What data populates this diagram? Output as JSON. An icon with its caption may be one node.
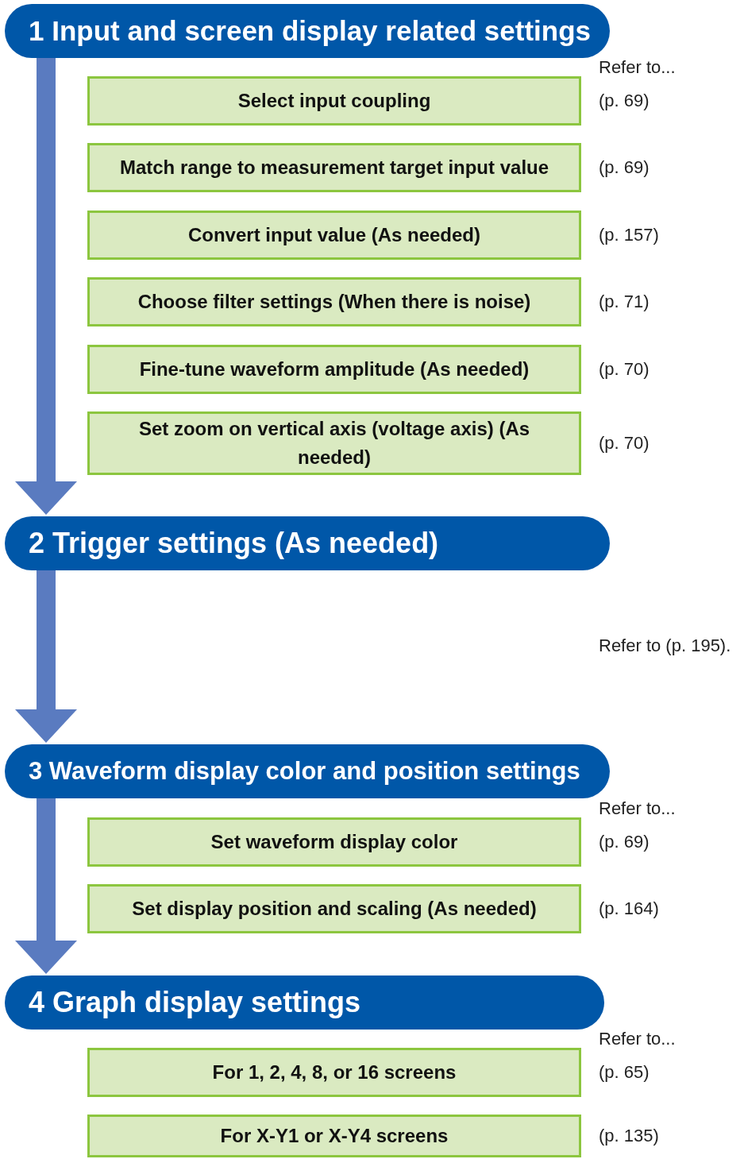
{
  "diagram": {
    "nodes": [
      {
        "text": [
          "1 Input and screen display related settings"
        ]
      },
      {
        "text": [
          "Select input coupling"
        ],
        "beside": [
          "(p. 69)"
        ]
      },
      {
        "text": [
          "Match range to measurement target input value"
        ],
        "beside": [
          "(p. 69)"
        ]
      },
      {
        "text": [
          "Convert input value (As needed)"
        ],
        "beside": [
          "(p. 157)"
        ]
      },
      {
        "text": [
          "Choose filter settings (When there is noise)"
        ],
        "beside": [
          "(p. 71)"
        ]
      },
      {
        "text": [
          "Fine-tune waveform amplitude (As needed)"
        ],
        "beside": [
          "(p. 70)"
        ]
      },
      {
        "text": [
          "Set zoom on vertical axis (voltage axis) (As needed)"
        ],
        "beside": [
          "(p. 70)"
        ]
      },
      {
        "text": [
          "2 Trigger settings (As needed)"
        ]
      },
      {
        "text": [
          "3 Waveform display color and position settings"
        ]
      },
      {
        "text": [
          "Set waveform display color"
        ],
        "beside": [
          "(p. 69)"
        ]
      },
      {
        "text": [
          "Set display position and scaling (As needed)"
        ],
        "beside": [
          "(p. 164)"
        ]
      },
      {
        "text": [
          "4 Graph display settings"
        ]
      },
      {
        "text": [
          "For 1, 2, 4, 8, or 16 screens"
        ],
        "beside": [
          "(p. 65)"
        ]
      },
      {
        "text": [
          "For X-Y1 or X-Y4 screens"
        ],
        "beside": [
          "(p. 135)"
        ]
      }
    ],
    "edges": [
      {
        "from": 0,
        "to": 7,
        "arrow": "to"
      },
      {
        "from": 7,
        "to": 8,
        "arrow": "to"
      },
      {
        "from": 8,
        "to": 11,
        "arrow": "to"
      }
    ],
    "labels": [
      "Refer to...",
      "Refer to (p. 195).",
      "Refer to...",
      "Refer to..."
    ]
  }
}
